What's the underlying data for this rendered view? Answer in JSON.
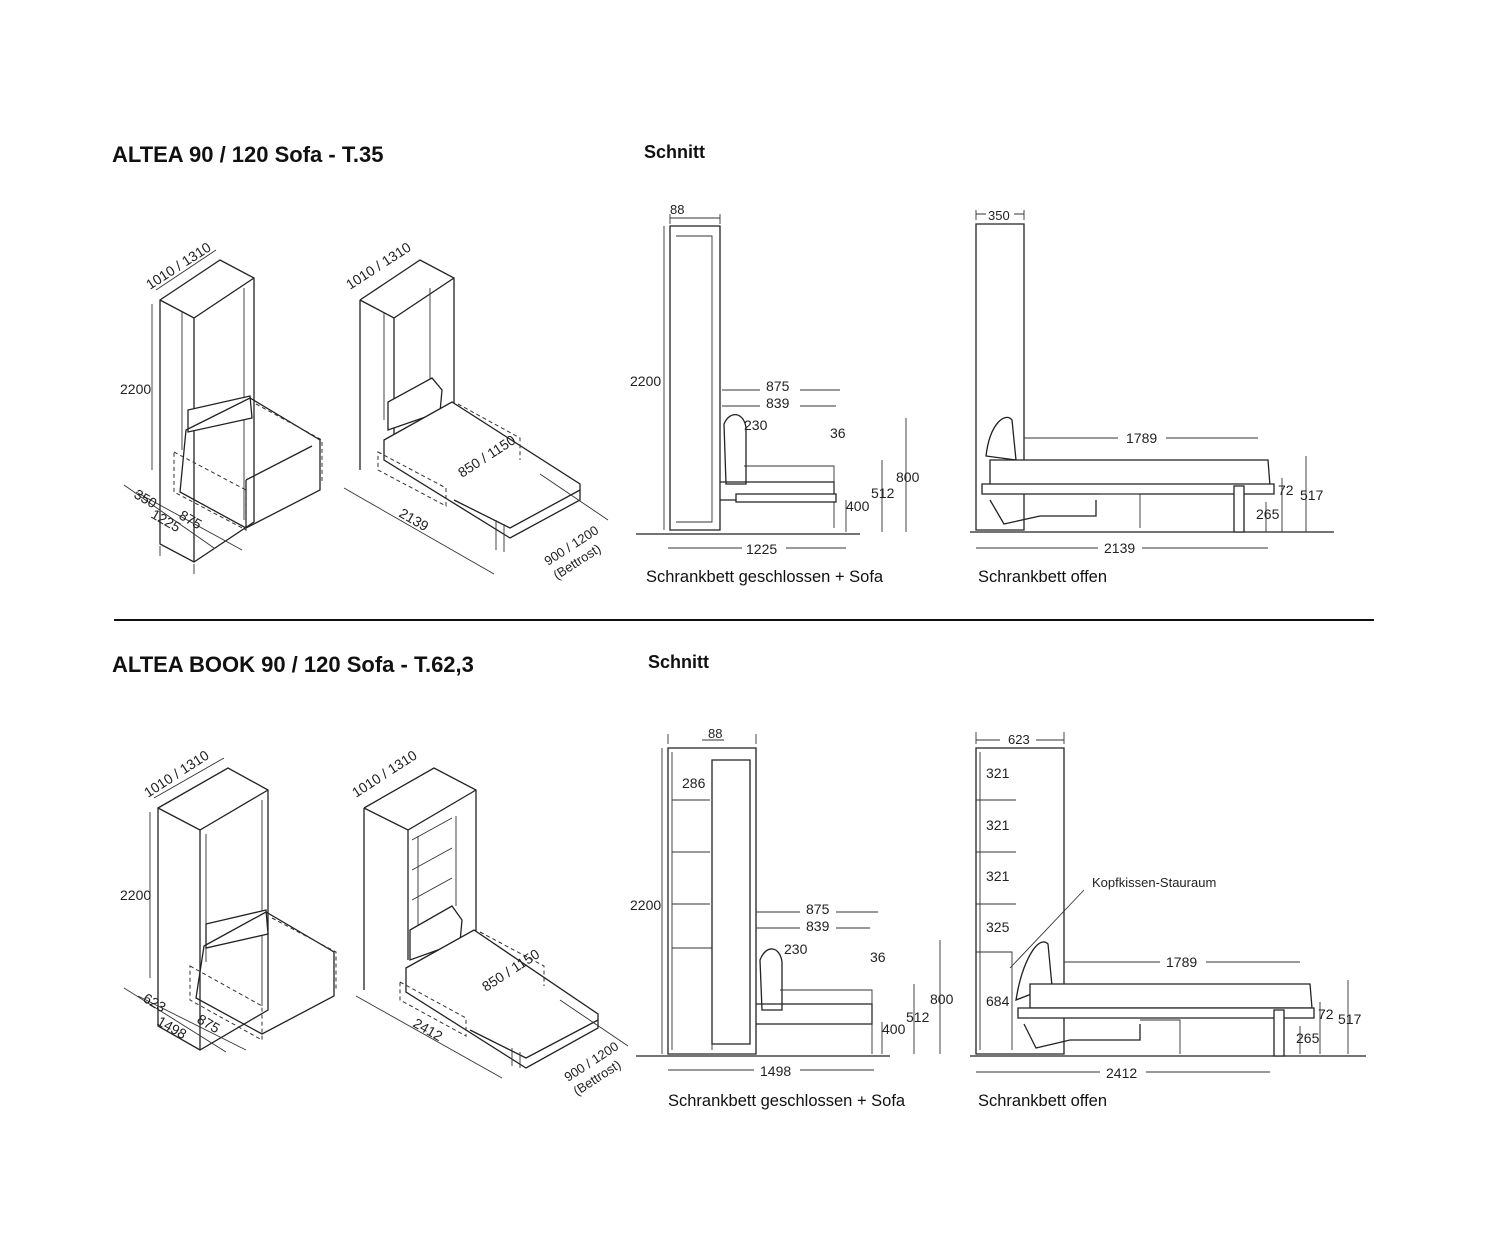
{
  "sections": [
    {
      "title": "ALTEA 90 / 120 Sofa - T.35",
      "section_label": "Schnitt",
      "iso_closed": {
        "width": "1010 / 1310",
        "height": "2200",
        "depth": "350",
        "sofa_depth": "875",
        "total_depth": "1225"
      },
      "iso_open": {
        "width": "1010 / 1310",
        "mattress": "850 / 1150",
        "total_depth": "2139",
        "slatted": "900 / 1200",
        "slatted_note": "(Bettrost)"
      },
      "closed": {
        "caption": "Schrankbett geschlossen + Sofa",
        "d_top": "88",
        "d_height": "2200",
        "d_875": "875",
        "d_839": "839",
        "d_230": "230",
        "d_36": "36",
        "d_800": "800",
        "d_512": "512",
        "d_400": "400",
        "d_bottom": "1225"
      },
      "open": {
        "caption": "Schrankbett offen",
        "d_top": "350",
        "d_1789": "1789",
        "d_72": "72",
        "d_517": "517",
        "d_265": "265",
        "d_bottom": "2139"
      }
    },
    {
      "title": "ALTEA BOOK 90 / 120 Sofa - T.62,3",
      "section_label": "Schnitt",
      "iso_closed": {
        "width": "1010 / 1310",
        "height": "2200",
        "depth": "623",
        "sofa_depth": "875",
        "total_depth": "1498"
      },
      "iso_open": {
        "width": "1010 / 1310",
        "mattress": "850 / 1150",
        "total_depth": "2412",
        "slatted": "900 / 1200",
        "slatted_note": "(Bettrost)"
      },
      "closed": {
        "caption": "Schrankbett geschlossen + Sofa",
        "d_top": "88",
        "d_286": "286",
        "d_height": "2200",
        "d_875": "875",
        "d_839": "839",
        "d_230": "230",
        "d_36": "36",
        "d_800": "800",
        "d_512": "512",
        "d_400": "400",
        "d_bottom": "1498"
      },
      "open": {
        "caption": "Schrankbett offen",
        "d_top": "623",
        "shelves": [
          "321",
          "321",
          "321",
          "325"
        ],
        "d_684": "684",
        "storage_label": "Kopfkissen-Stauraum",
        "d_1789": "1789",
        "d_72": "72",
        "d_517": "517",
        "d_265": "265",
        "d_bottom": "2412"
      }
    }
  ]
}
